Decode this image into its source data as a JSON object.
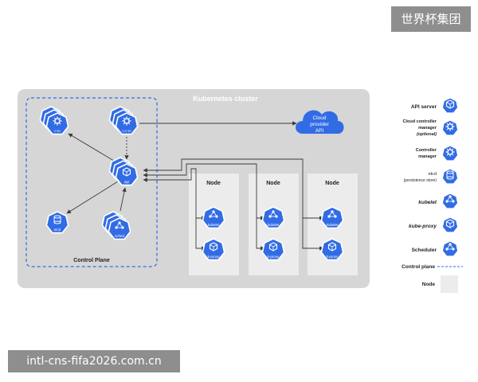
{
  "cluster": {
    "title": "Kubernetes cluster"
  },
  "control_plane": {
    "label": "Control Plane"
  },
  "cloud": {
    "line1": "Cloud",
    "line2": "provider",
    "line3": "API"
  },
  "components": {
    "c_m": "c-m",
    "c_c_m": "c-c-m",
    "api": "api",
    "etcd": "etcd",
    "sched": "sched",
    "kubelet": "kubelet",
    "k_proxy": "k-proxy"
  },
  "nodes": [
    {
      "title": "Node"
    },
    {
      "title": "Node"
    },
    {
      "title": "Node"
    }
  ],
  "legend": {
    "items": [
      {
        "label": "API server",
        "icon": "api",
        "style": "bold"
      },
      {
        "label": "Cloud controller",
        "label2": "manager",
        "label3": "(optional)",
        "icon": "c-c-m",
        "style": "bold"
      },
      {
        "label": "Controller",
        "label2": "manager",
        "icon": "c-m",
        "style": "bold"
      },
      {
        "label": "etcd",
        "label2": "(persistence store)",
        "icon": "etcd",
        "style": "normal"
      },
      {
        "label": "kubelet",
        "icon": "kubelet",
        "style": "bolditalic"
      },
      {
        "label": "kube-proxy",
        "icon": "k-proxy",
        "style": "bolditalic"
      },
      {
        "label": "Scheduler",
        "icon": "sched",
        "style": "bold"
      }
    ],
    "control_plane_label": "Control plane",
    "node_label": "Node"
  },
  "watermarks": {
    "top": "世界杯集团",
    "bottom": "intl-cns-fifa2026.com.cn"
  },
  "colors": {
    "k8s_blue": "#326ce5",
    "cluster_gray": "#d6d6d6",
    "node_gray": "#ececec",
    "line": "#3a3a3a",
    "dash_blue": "#326ce5"
  }
}
